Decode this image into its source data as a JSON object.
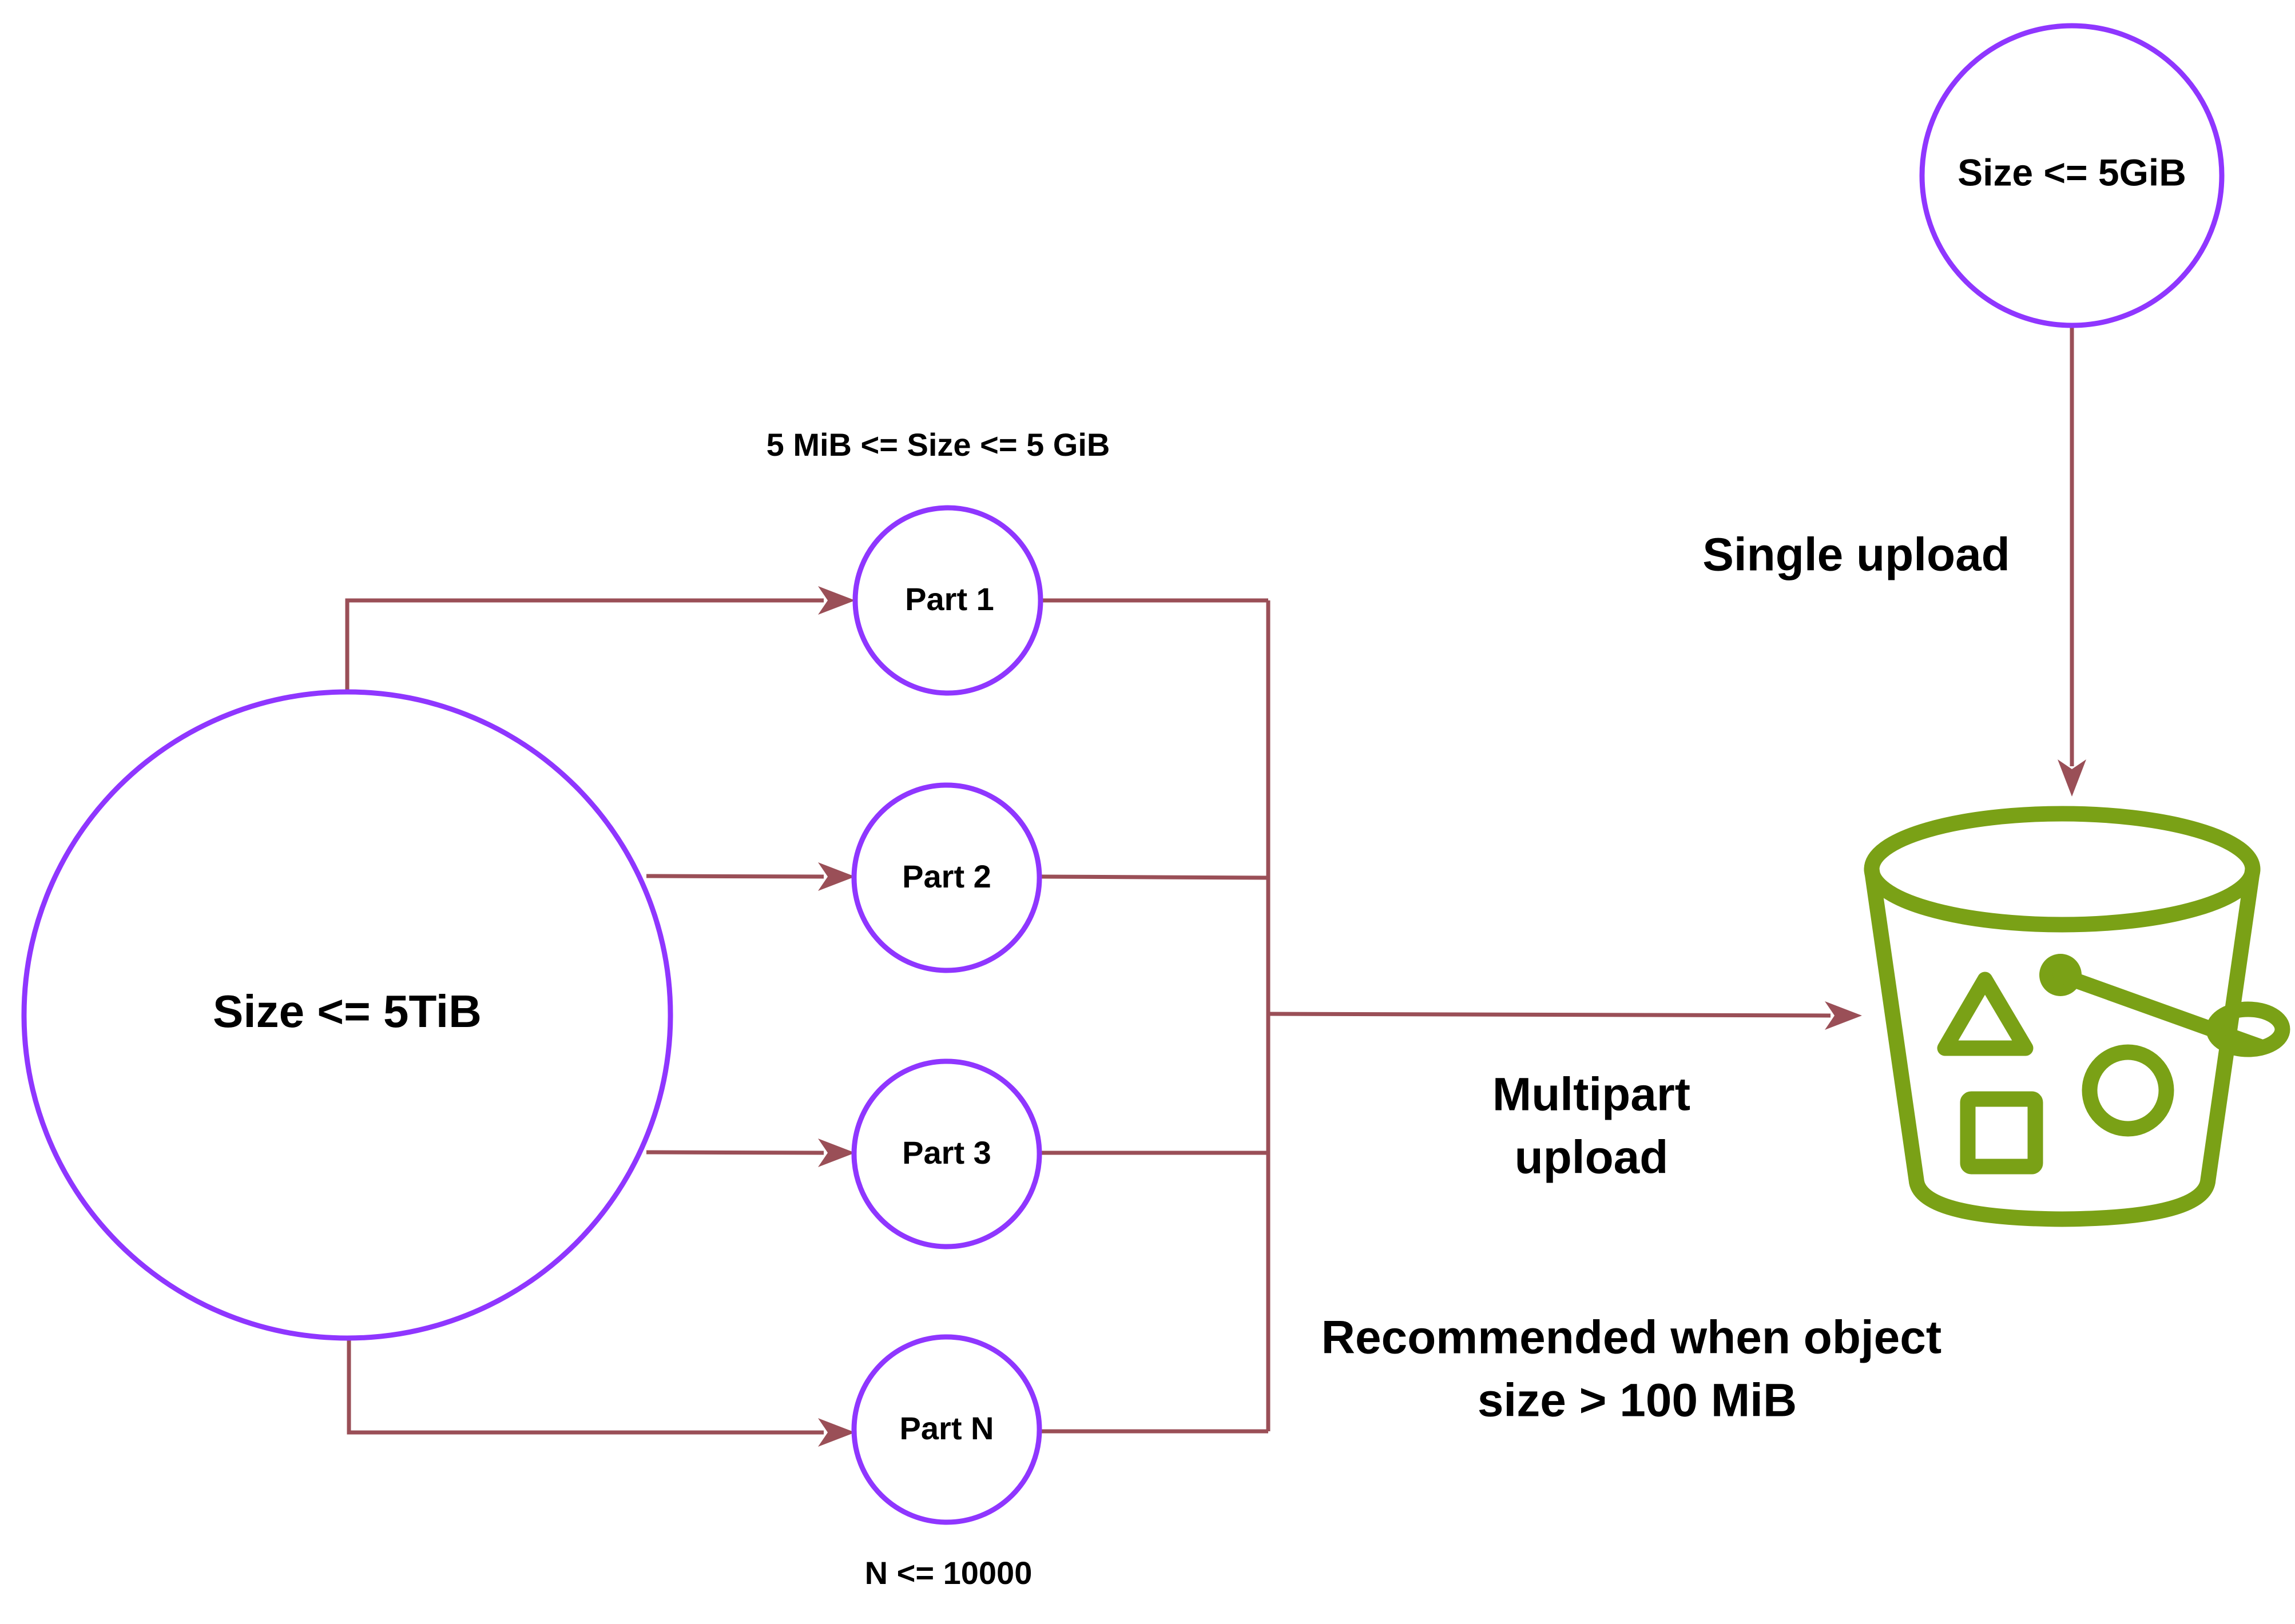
{
  "nodes": {
    "big_object": "Size <= 5TiB",
    "single_object": "Size <= 5GiB",
    "part_1": "Part 1",
    "part_2": "Part 2",
    "part_3": "Part 3",
    "part_n": "Part N"
  },
  "labels": {
    "part_size_range": "5 MiB <= Size <= 5 GiB",
    "part_count_limit": "N <= 10000",
    "single_upload": "Single upload",
    "multipart_upload_line1": "Multipart",
    "multipart_upload_line2": "upload",
    "recommendation_line1": "Recommended when object",
    "recommendation_line2": "size > 100 MiB"
  },
  "colors": {
    "node_stroke": "#8f36ff",
    "connector": "#9a4f57",
    "bucket": "#7aa116"
  },
  "icons": {
    "bucket": "storage-bucket-icon"
  }
}
